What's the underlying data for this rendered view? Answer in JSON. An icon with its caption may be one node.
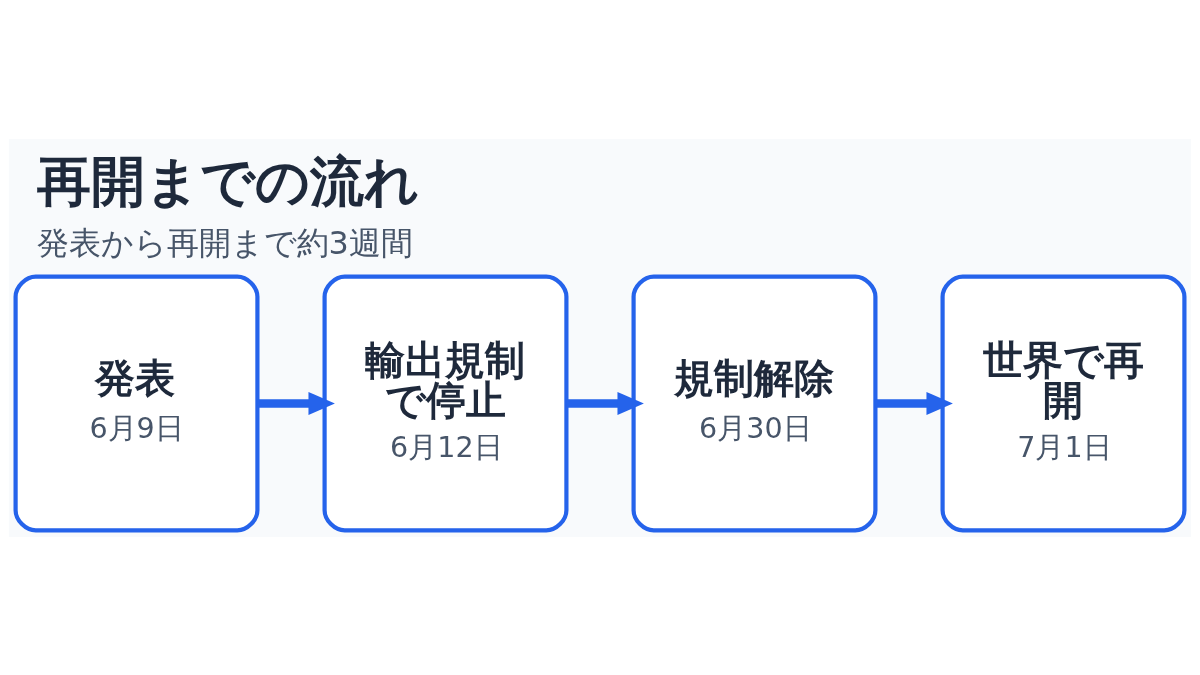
{
  "diagram": {
    "title": "再開までの流れ",
    "caption": "発表から再開まで約3週間",
    "nodes": [
      {
        "text": [
          "発表",
          "6月9日"
        ]
      },
      {
        "text": [
          "輸出規制で停止",
          "6月12日"
        ]
      },
      {
        "text": [
          "規制解除",
          "6月30日"
        ]
      },
      {
        "text": [
          "世界で再開",
          "7月1日"
        ]
      }
    ],
    "edges": [
      {
        "from": 0,
        "to": 1,
        "arrow": "to"
      },
      {
        "from": 1,
        "to": 2,
        "arrow": "to"
      },
      {
        "from": 2,
        "to": 3,
        "arrow": "to"
      }
    ]
  }
}
